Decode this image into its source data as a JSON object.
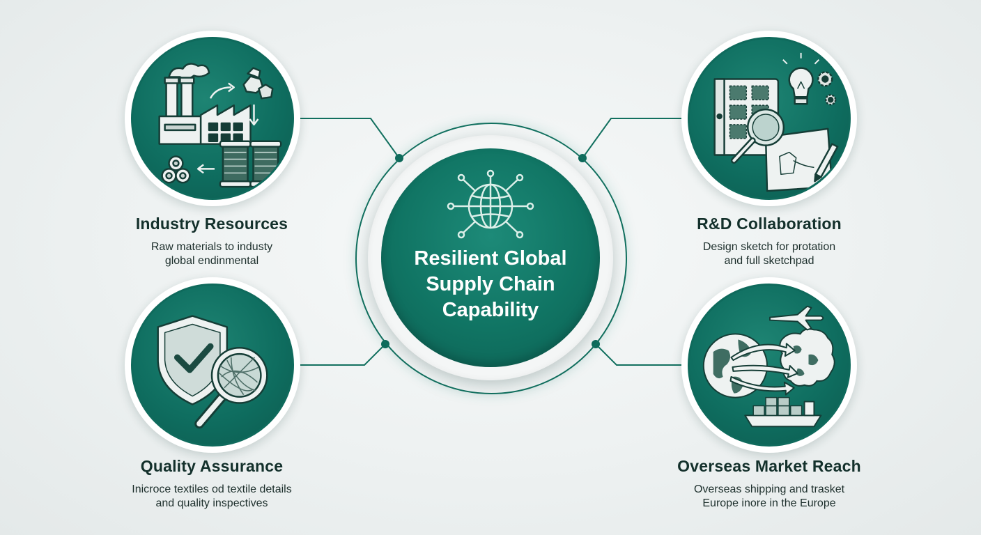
{
  "center": {
    "title_lines": [
      "Resilient Global",
      "Supply Chain",
      "Capability"
    ],
    "icon": "globe-network-icon"
  },
  "nodes": [
    {
      "id": "industry",
      "title": "Industry Resources",
      "description_lines": [
        "Raw materials to industy",
        "global endinmental"
      ],
      "icon": "factory-materials-icon"
    },
    {
      "id": "rnd",
      "title": "R&D Collaboration",
      "description_lines": [
        "Design sketch for protation",
        "and full sketchpad"
      ],
      "icon": "design-sketch-icon"
    },
    {
      "id": "quality",
      "title": "Quality Assurance",
      "description_lines": [
        "Inicroce textiles od textile details",
        "and quality inspectives"
      ],
      "icon": "shield-magnifier-icon"
    },
    {
      "id": "overseas",
      "title": "Overseas Market Reach",
      "description_lines": [
        "Overseas shipping and trasket",
        "Europe inore in the Europe"
      ],
      "icon": "globe-shipping-icon"
    }
  ],
  "colors": {
    "primary": "#107463",
    "dark": "#0b5a4e",
    "background": "#edf1f1",
    "text": "#13302b"
  }
}
